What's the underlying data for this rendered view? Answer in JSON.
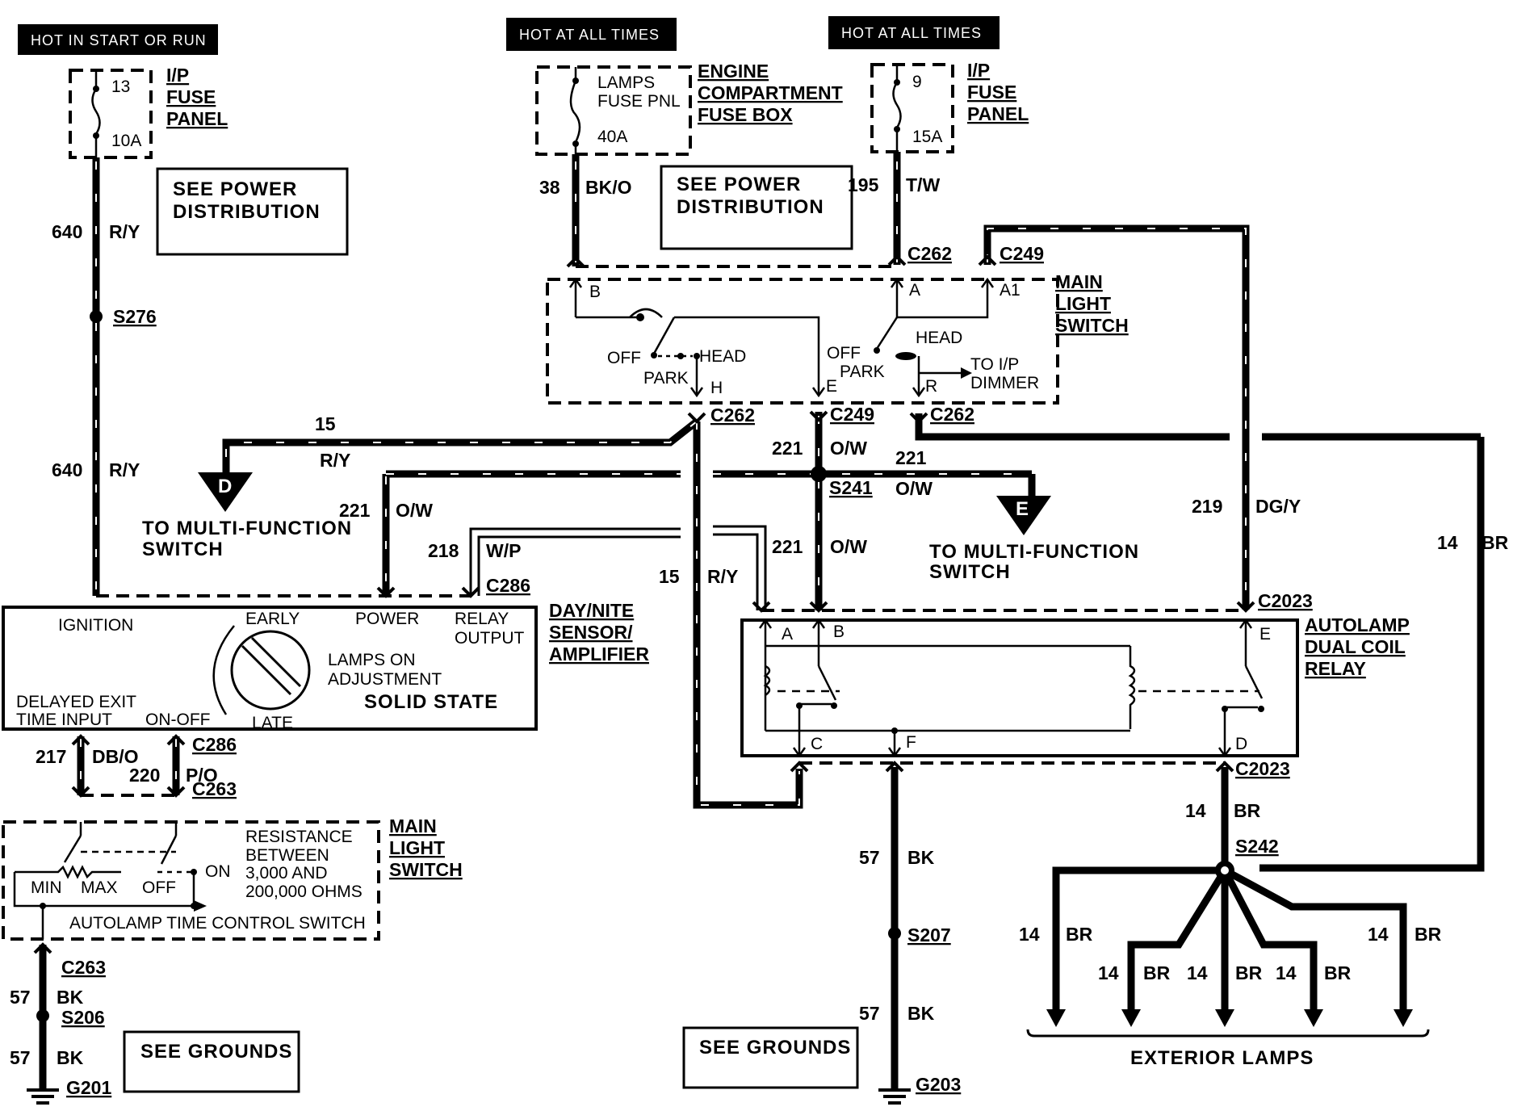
{
  "headers": {
    "hot_start_run": "HOT IN START OR RUN",
    "hot_all_times_1": "HOT AT ALL TIMES",
    "hot_all_times_2": "HOT AT ALL TIMES"
  },
  "fuses": {
    "left": {
      "number": "13",
      "rating": "10A",
      "panel": [
        "I/P",
        "FUSE",
        "PANEL"
      ]
    },
    "center": {
      "name": [
        "LAMPS",
        "FUSE PNL"
      ],
      "rating": "40A",
      "panel": [
        "ENGINE",
        "COMPARTMENT",
        "FUSE BOX"
      ]
    },
    "right": {
      "number": "9",
      "rating": "15A",
      "panel": [
        "I/P",
        "FUSE",
        "PANEL"
      ]
    }
  },
  "notes": {
    "power_dist_1": [
      "SEE POWER",
      "DISTRIBUTION"
    ],
    "power_dist_2": [
      "SEE POWER",
      "DISTRIBUTION"
    ],
    "grounds_1": "SEE GROUNDS",
    "grounds_2": "SEE GROUNDS"
  },
  "wires": {
    "w640a": {
      "circuit": "640",
      "color": "R/Y"
    },
    "w640b": {
      "circuit": "640",
      "color": "R/Y"
    },
    "w38": {
      "circuit": "38",
      "color": "BK/O"
    },
    "w195": {
      "circuit": "195",
      "color": "T/W"
    },
    "w15a": {
      "circuit": "15",
      "color": "R/Y"
    },
    "w15b": {
      "circuit": "15",
      "color": "R/Y"
    },
    "w221a": {
      "circuit": "221",
      "color": "O/W"
    },
    "w221b": {
      "circuit": "221",
      "color": "O/W"
    },
    "w221c": {
      "circuit": "221",
      "color": "O/W"
    },
    "w221d": {
      "circuit": "221",
      "color": "O/W"
    },
    "w218": {
      "circuit": "218",
      "color": "W/P"
    },
    "w219": {
      "circuit": "219",
      "color": "DG/Y"
    },
    "w14r": {
      "circuit": "14",
      "color": "BR"
    },
    "w14c": {
      "circuit": "14",
      "color": "BR"
    },
    "w217": {
      "circuit": "217",
      "color": "DB/O"
    },
    "w220": {
      "circuit": "220",
      "color": "P/O"
    },
    "w57a": {
      "circuit": "57",
      "color": "BK"
    },
    "w57b": {
      "circuit": "57",
      "color": "BK"
    },
    "w57c": {
      "circuit": "57",
      "color": "BK"
    },
    "w57d": {
      "circuit": "57",
      "color": "BK"
    },
    "lamp1": {
      "circuit": "14",
      "color": "BR"
    },
    "lamp2": {
      "circuit": "14",
      "color": "BR"
    },
    "lamp3": {
      "circuit": "14",
      "color": "BR"
    },
    "lamp4": {
      "circuit": "14",
      "color": "BR"
    },
    "lamp5": {
      "circuit": "14",
      "color": "BR"
    }
  },
  "connectors": {
    "s276": "S276",
    "c262a": "C262",
    "c249a": "C249",
    "c262b": "C262",
    "c249b": "C249",
    "c262c": "C262",
    "s241": "S241",
    "c286a": "C286",
    "c2023a": "C2023",
    "c2023b": "C2023",
    "c286b": "C286",
    "c263a": "C263",
    "c263b": "C263",
    "s242": "S242",
    "s206": "S206",
    "s207": "S207",
    "g201": "G201",
    "g203": "G203"
  },
  "main_switch": {
    "name": [
      "MAIN",
      "LIGHT",
      "SWITCH"
    ],
    "pins": {
      "b": "B",
      "a": "A",
      "a1": "A1",
      "h": "H",
      "e": "E",
      "r": "R"
    },
    "off1": "OFF",
    "park1": "PARK",
    "head1": "HEAD",
    "off2": "OFF",
    "park2": "PARK",
    "head2": "HEAD",
    "dimmer": [
      "TO I/P",
      "DIMMER"
    ]
  },
  "multi_function": {
    "d": {
      "letter": "D",
      "text": [
        "TO MULTI-FUNCTION",
        "SWITCH"
      ]
    },
    "e": {
      "letter": "E",
      "text": [
        "TO MULTI-FUNCTION",
        "SWITCH"
      ]
    }
  },
  "sensor": {
    "name": [
      "DAY/NITE",
      "SENSOR/",
      "AMPLIFIER"
    ],
    "ignition": "IGNITION",
    "early": "EARLY",
    "power": "POWER",
    "relay_output": [
      "RELAY",
      "OUTPUT"
    ],
    "lamps_on": [
      "LAMPS ON",
      "ADJUSTMENT"
    ],
    "solid_state": "SOLID STATE",
    "delayed_exit": [
      "DELAYED EXIT",
      "TIME INPUT"
    ],
    "on_off": "ON-OFF",
    "late": "LATE"
  },
  "relay": {
    "name": [
      "AUTOLAMP",
      "DUAL COIL",
      "RELAY"
    ],
    "pins": {
      "a": "A",
      "b": "B",
      "e": "E",
      "c": "C",
      "f": "F",
      "d": "D"
    }
  },
  "timer_switch": {
    "name": [
      "MAIN",
      "LIGHT",
      "SWITCH"
    ],
    "resistance": [
      "RESISTANCE",
      "BETWEEN",
      "3,000 AND",
      "200,000 OHMS"
    ],
    "min": "MIN",
    "max": "MAX",
    "off": "OFF",
    "on": "ON",
    "title": "AUTOLAMP TIME CONTROL  SWITCH"
  },
  "exterior": "EXTERIOR LAMPS"
}
